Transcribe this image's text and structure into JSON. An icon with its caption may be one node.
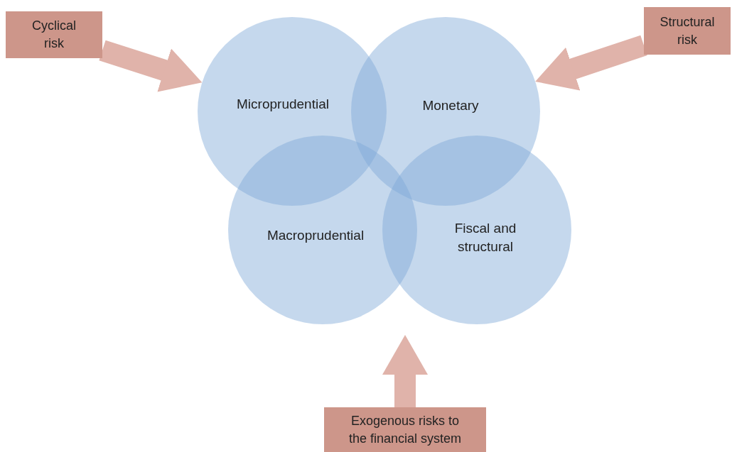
{
  "diagram": {
    "nodes": [
      {
        "text": [
          "Cyclical risk"
        ]
      },
      {
        "text": [
          "Structural risk"
        ]
      },
      {
        "text": [
          "Exogenous risks to the financial system"
        ]
      },
      {
        "text": [
          "Microprudential"
        ]
      },
      {
        "text": [
          "Monetary"
        ]
      },
      {
        "text": [
          "Macroprudential"
        ]
      },
      {
        "text": [
          "Fiscal and structural"
        ]
      }
    ],
    "edges": [
      {
        "from": 0,
        "to": 3,
        "arrow": "to"
      },
      {
        "from": 1,
        "to": 4,
        "arrow": "to"
      },
      {
        "from": 2,
        "to": null,
        "arrow": "to"
      }
    ]
  }
}
